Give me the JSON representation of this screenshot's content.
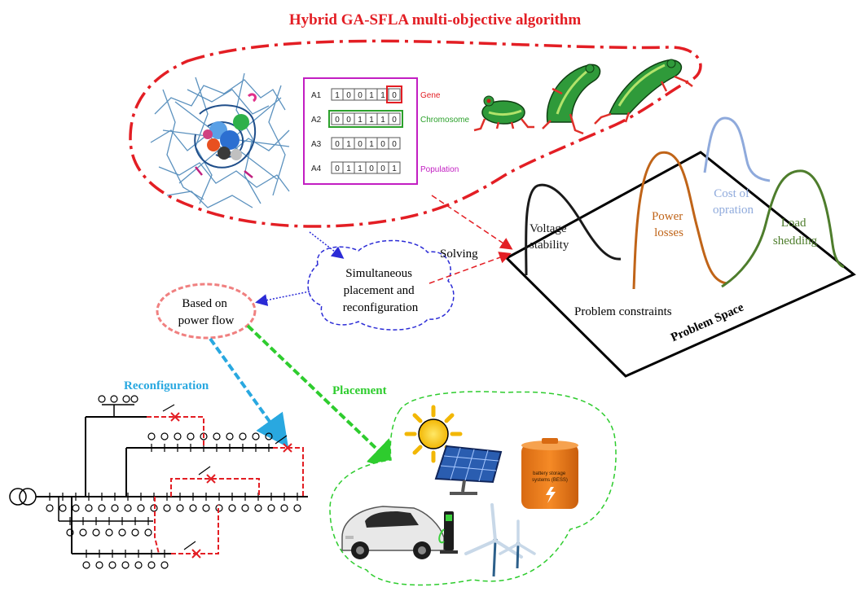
{
  "title": "Hybrid GA-SFLA multi-objective algorithm",
  "ga_panel": {
    "rows": [
      {
        "label": "A1",
        "bits": "100110"
      },
      {
        "label": "A2",
        "bits": "001110"
      },
      {
        "label": "A3",
        "bits": "010100"
      },
      {
        "label": "A4",
        "bits": "011001"
      }
    ],
    "gene_label": "Gene",
    "chromosome_label": "Chromosome",
    "population_label": "Population"
  },
  "center": {
    "simultaneous": [
      "Simultaneous",
      "placement and",
      "reconfiguration"
    ],
    "based_on": [
      "Based on",
      "power flow"
    ],
    "solving": "Solving"
  },
  "problem_space": {
    "title": "Problem Space",
    "constraints": "Problem constraints",
    "peaks": [
      {
        "lines": [
          "Voltage",
          "stability"
        ],
        "color": "#1a1a1a"
      },
      {
        "lines": [
          "Power",
          "losses"
        ],
        "color": "#c06418"
      },
      {
        "lines": [
          "Cost of",
          "opration"
        ],
        "color": "#8faadc"
      },
      {
        "lines": [
          "Load",
          "shedding"
        ],
        "color": "#4e7d2c"
      }
    ]
  },
  "branches": {
    "reconfiguration": "Reconfiguration",
    "placement": "Placement"
  },
  "battery": {
    "lines": [
      "battery storage",
      "systems (BESS)"
    ]
  },
  "colors": {
    "title_red": "#e31e24",
    "loop_red": "#e31e24",
    "blue_arrow": "#2b2bd6",
    "cyan_arrow": "#29a8e0",
    "green_arrow": "#2ecc2e",
    "reconfig_text": "#29a8e0",
    "placement_text": "#2ecc2e",
    "salmon": "#f08080",
    "magenta_box": "#c21ec2"
  }
}
